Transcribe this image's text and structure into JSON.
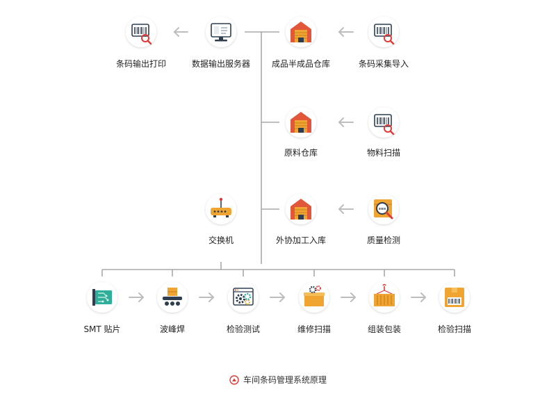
{
  "colors": {
    "line": "#a8a8a8",
    "arrow": "#bdbdbd",
    "roof": "#e2573a",
    "wall": "#f0a431",
    "navy": "#2e3e50",
    "accent": "#e03a36"
  },
  "top_row": {
    "barcode_print": "条码输出打印",
    "data_server": "数据输出服务器",
    "finished_warehouse": "成品半成品仓库",
    "barcode_import": "条码采集导入"
  },
  "mid_row": {
    "raw_warehouse": "原料仓库",
    "material_scan": "物料扫描"
  },
  "lower_row": {
    "switch": "交换机",
    "outsourced_warehouse": "外协加工入库",
    "quality_check": "质量检测"
  },
  "bottom_row": {
    "smt": "SMT 贴片",
    "wave_solder": "波峰焊",
    "test": "检验测试",
    "repair_scan": "维修扫描",
    "assembly_pack": "组装包装",
    "inspect_scan": "检验扫描"
  },
  "caption": "车间条码管理系统原理"
}
